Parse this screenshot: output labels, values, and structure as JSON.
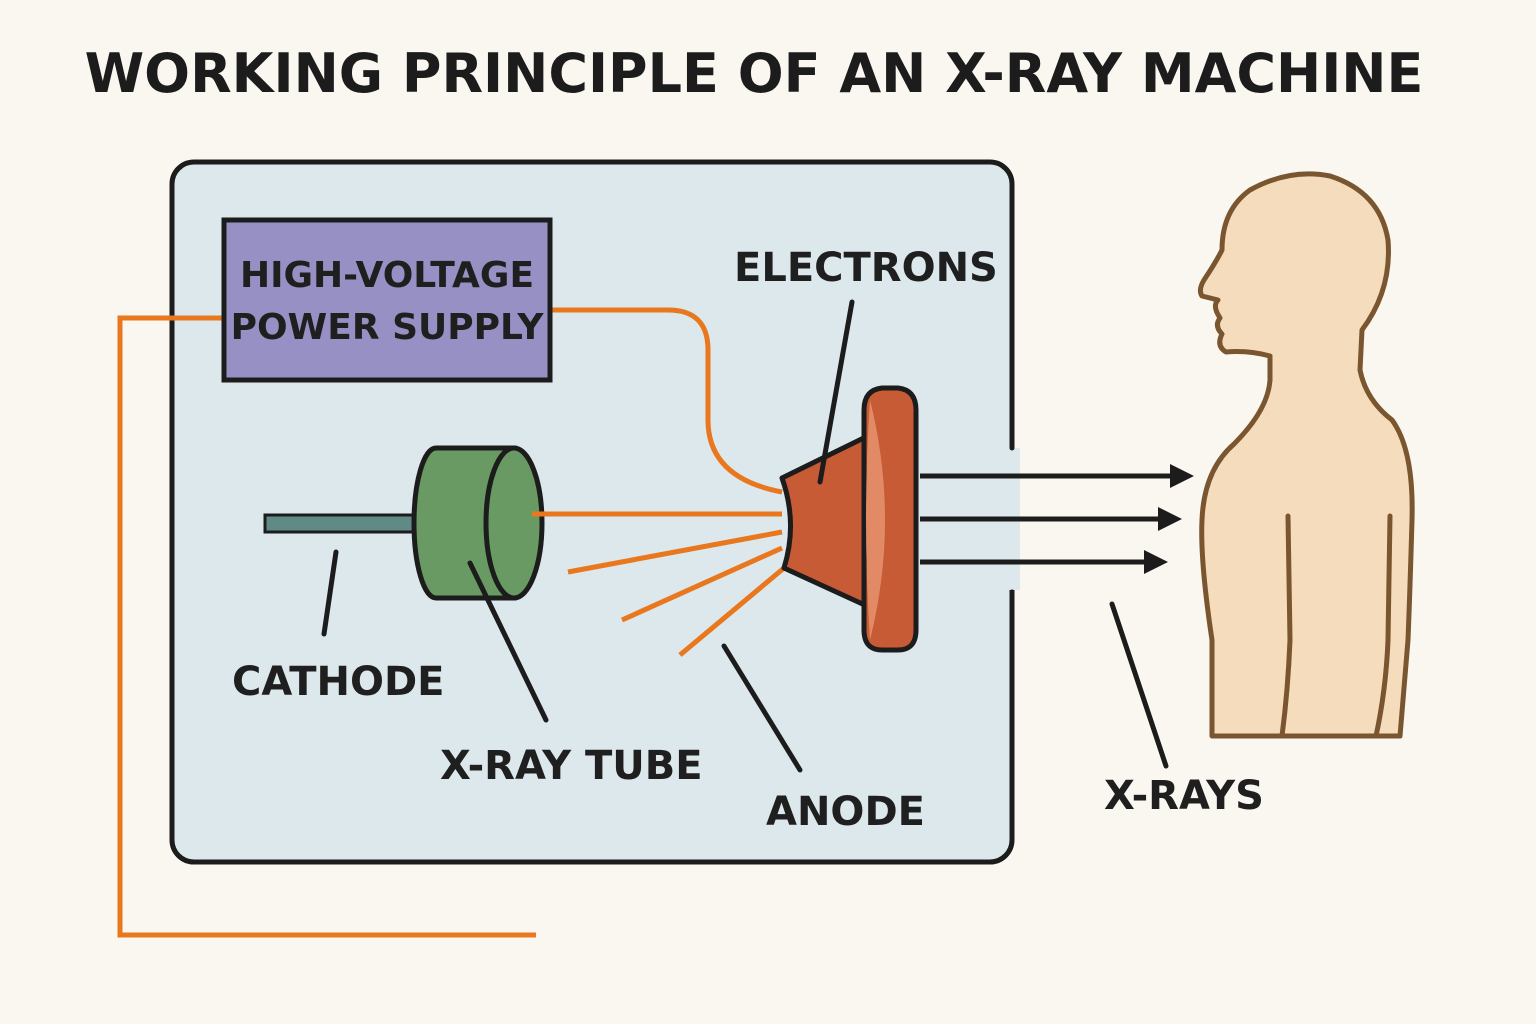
{
  "title": "WORKING PRINCIPLE OF AN X-RAY MACHINE",
  "power_supply": {
    "line1": "HIGH-VOLTAGE",
    "line2": "POWER SUPPLY"
  },
  "labels": {
    "electrons": "ELECTRONS",
    "cathode": "CATHODE",
    "xray_tube": "X-RAY TUBE",
    "anode": "ANODE",
    "xrays": "X-RAYS"
  },
  "colors": {
    "background": "#faf7f0",
    "housing_fill": "#dce8ec",
    "power_supply_fill": "#9690c4",
    "wire": "#e8771e",
    "tube_green": "#6a9a63",
    "anode_red": "#c75b36",
    "anode_face": "#e28a66",
    "body_skin": "#f4dcbc",
    "body_outline": "#7a5630",
    "outline": "#1c1c1c"
  }
}
